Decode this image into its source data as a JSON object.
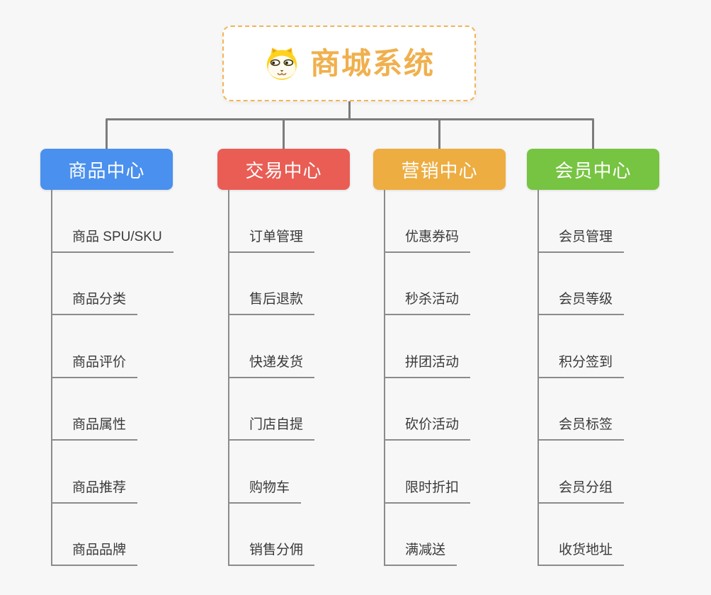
{
  "root": {
    "title": "商城系统",
    "icon": "dog-face-icon",
    "text_color": "#F0B04E",
    "border_color": "#F2B457"
  },
  "connector_color": "#7C7C7C",
  "child_line_color": "#8B8B8B",
  "branches": [
    {
      "label": "商品中心",
      "color": "#4A90EE",
      "children": [
        "商品 SPU/SKU",
        "商品分类",
        "商品评价",
        "商品属性",
        "商品推荐",
        "商品品牌"
      ]
    },
    {
      "label": "交易中心",
      "color": "#E95D55",
      "children": [
        "订单管理",
        "售后退款",
        "快递发货",
        "门店自提",
        "购物车",
        "销售分佣"
      ]
    },
    {
      "label": "营销中心",
      "color": "#EDAD41",
      "children": [
        "优惠券码",
        "秒杀活动",
        "拼团活动",
        "砍价活动",
        "限时折扣",
        "满减送"
      ]
    },
    {
      "label": "会员中心",
      "color": "#76C442",
      "children": [
        "会员管理",
        "会员等级",
        "积分签到",
        "会员标签",
        "会员分组",
        "收货地址"
      ]
    }
  ]
}
